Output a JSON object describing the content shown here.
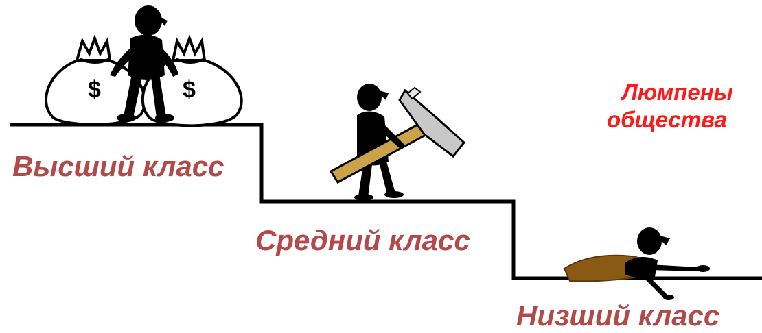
{
  "labels": {
    "upper": "Высший класс",
    "middle": "Средний класс",
    "lower": "Низший класс"
  },
  "lumpen": {
    "line1": "Люмпены",
    "line2": "общества"
  },
  "colors": {
    "class_label": "#b24a4a",
    "lumpen_label": "#ff1a1a",
    "staircase": "#000000",
    "money_bag": "#ffffff",
    "hammer_handle": "#c9a24a",
    "hole": "#8a5a14"
  },
  "icons": {
    "money_bag_symbol": "$"
  }
}
